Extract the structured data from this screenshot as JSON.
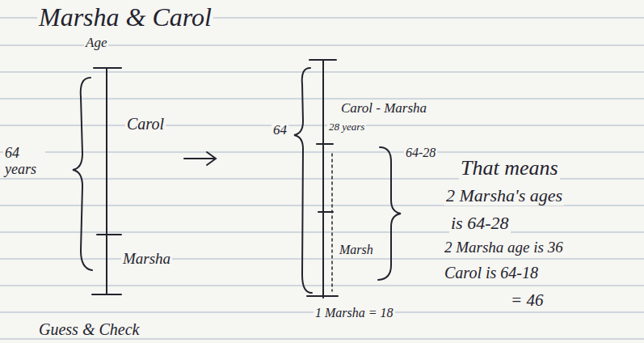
{
  "diagram": {
    "title": "Marsha & Carol",
    "labels": [
      "Age",
      "64 years",
      "Carol",
      "Marsha",
      "64",
      "Carol - Marsha",
      "28 years",
      "64-28",
      "Marsh",
      "That means",
      "2 Marsha's ages",
      "is 64-28",
      "2 Marsha age is 36",
      "Carol is 64-18",
      "= 46",
      "1 Marsha = 18",
      "Guess & Check"
    ]
  }
}
